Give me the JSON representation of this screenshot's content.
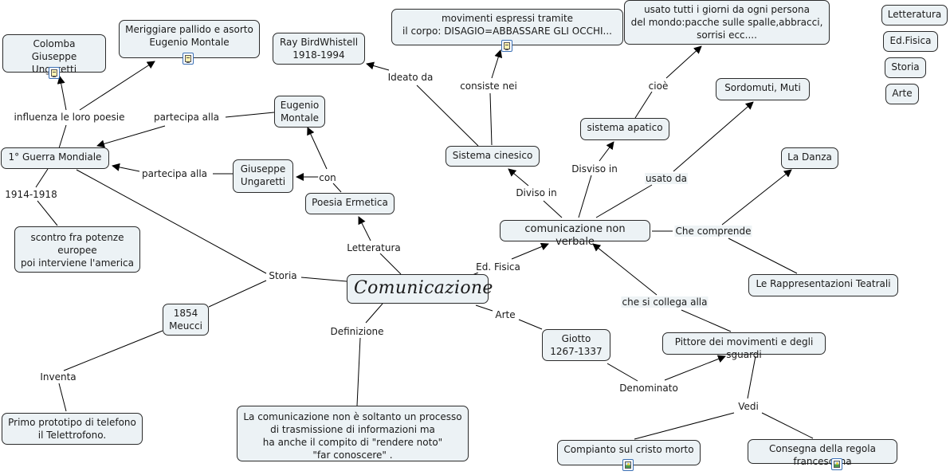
{
  "map": {
    "center": "Comunicazione",
    "nodes": {
      "colomba": "Colomba\nGiuseppe Ungaretti",
      "meriggiare": "Meriggiare pallido e asorto\nEugenio Montale",
      "ray": "Ray BirdWhistell\n1918-1994",
      "movimenti": "movimenti espressi tramite\nil corpo: DISAGIO=ABBASSARE GLI OCCHI...",
      "usato_tutti": "usato tutti i giorni da ogni persona\ndel mondo:pacche sulle spalle,abbracci,\nsorrisi ecc....",
      "legend_letteratura": "Letteratura",
      "legend_edfisica": "Ed.Fisica",
      "legend_storia": "Storia",
      "legend_arte": "Arte",
      "eugenio": "Eugenio\nMontale",
      "guerra": "1° Guerra Mondiale",
      "giuseppe": "Giuseppe\nUngaretti",
      "poesia": "Poesia Ermetica",
      "sistema_cinesico": "Sistema cinesico",
      "sistema_apatico": "sistema apatico",
      "sordomuti": "Sordomuti, Muti",
      "danza": "La Danza",
      "non_verbale": "comunicazione non verbale",
      "scontro": "scontro fra potenze\neuropee\npoi interviene l'america",
      "teatrali": "Le Rappresentazioni Teatrali",
      "meucci": "1854\nMeucci",
      "giotto": "Giotto\n1267-1337",
      "pittore": "Pittore dei movimenti e degli sguardi",
      "prototipo": "Primo prototipo di telefono\nil Telettrofono.",
      "definizione_text": "La comunicazione non è soltanto un processo\ndi trasmissione di informazioni ma\nha anche il compito di \"rendere noto\"\n\"far conoscere\" .",
      "compianto": "Compianto sul cristo morto",
      "consegna": "Consegna della regola francescana"
    },
    "links": {
      "influenza": "influenza le loro poesie",
      "partecipa1": "partecipa alla",
      "partecipa2": "partecipa alla",
      "ideato": "Ideato da",
      "consiste": "consiste nei",
      "cioe": "cioè",
      "disviso": "Disviso in",
      "diviso": "Diviso in",
      "usato_da": "usato da",
      "con": "con",
      "anni": "1914-1918",
      "letteratura": "Letteratura",
      "edfisica": "Ed. Fisica",
      "che_comprende": "Che comprende",
      "storia": "Storia",
      "arte": "Arte",
      "che_si_collega": "che si collega alla",
      "definizione": "Definizione",
      "inventa": "Inventa",
      "denominato": "Denominato",
      "vedi": "Vedi"
    },
    "icons": {
      "document": "document-icon",
      "image": "image-icon"
    }
  }
}
